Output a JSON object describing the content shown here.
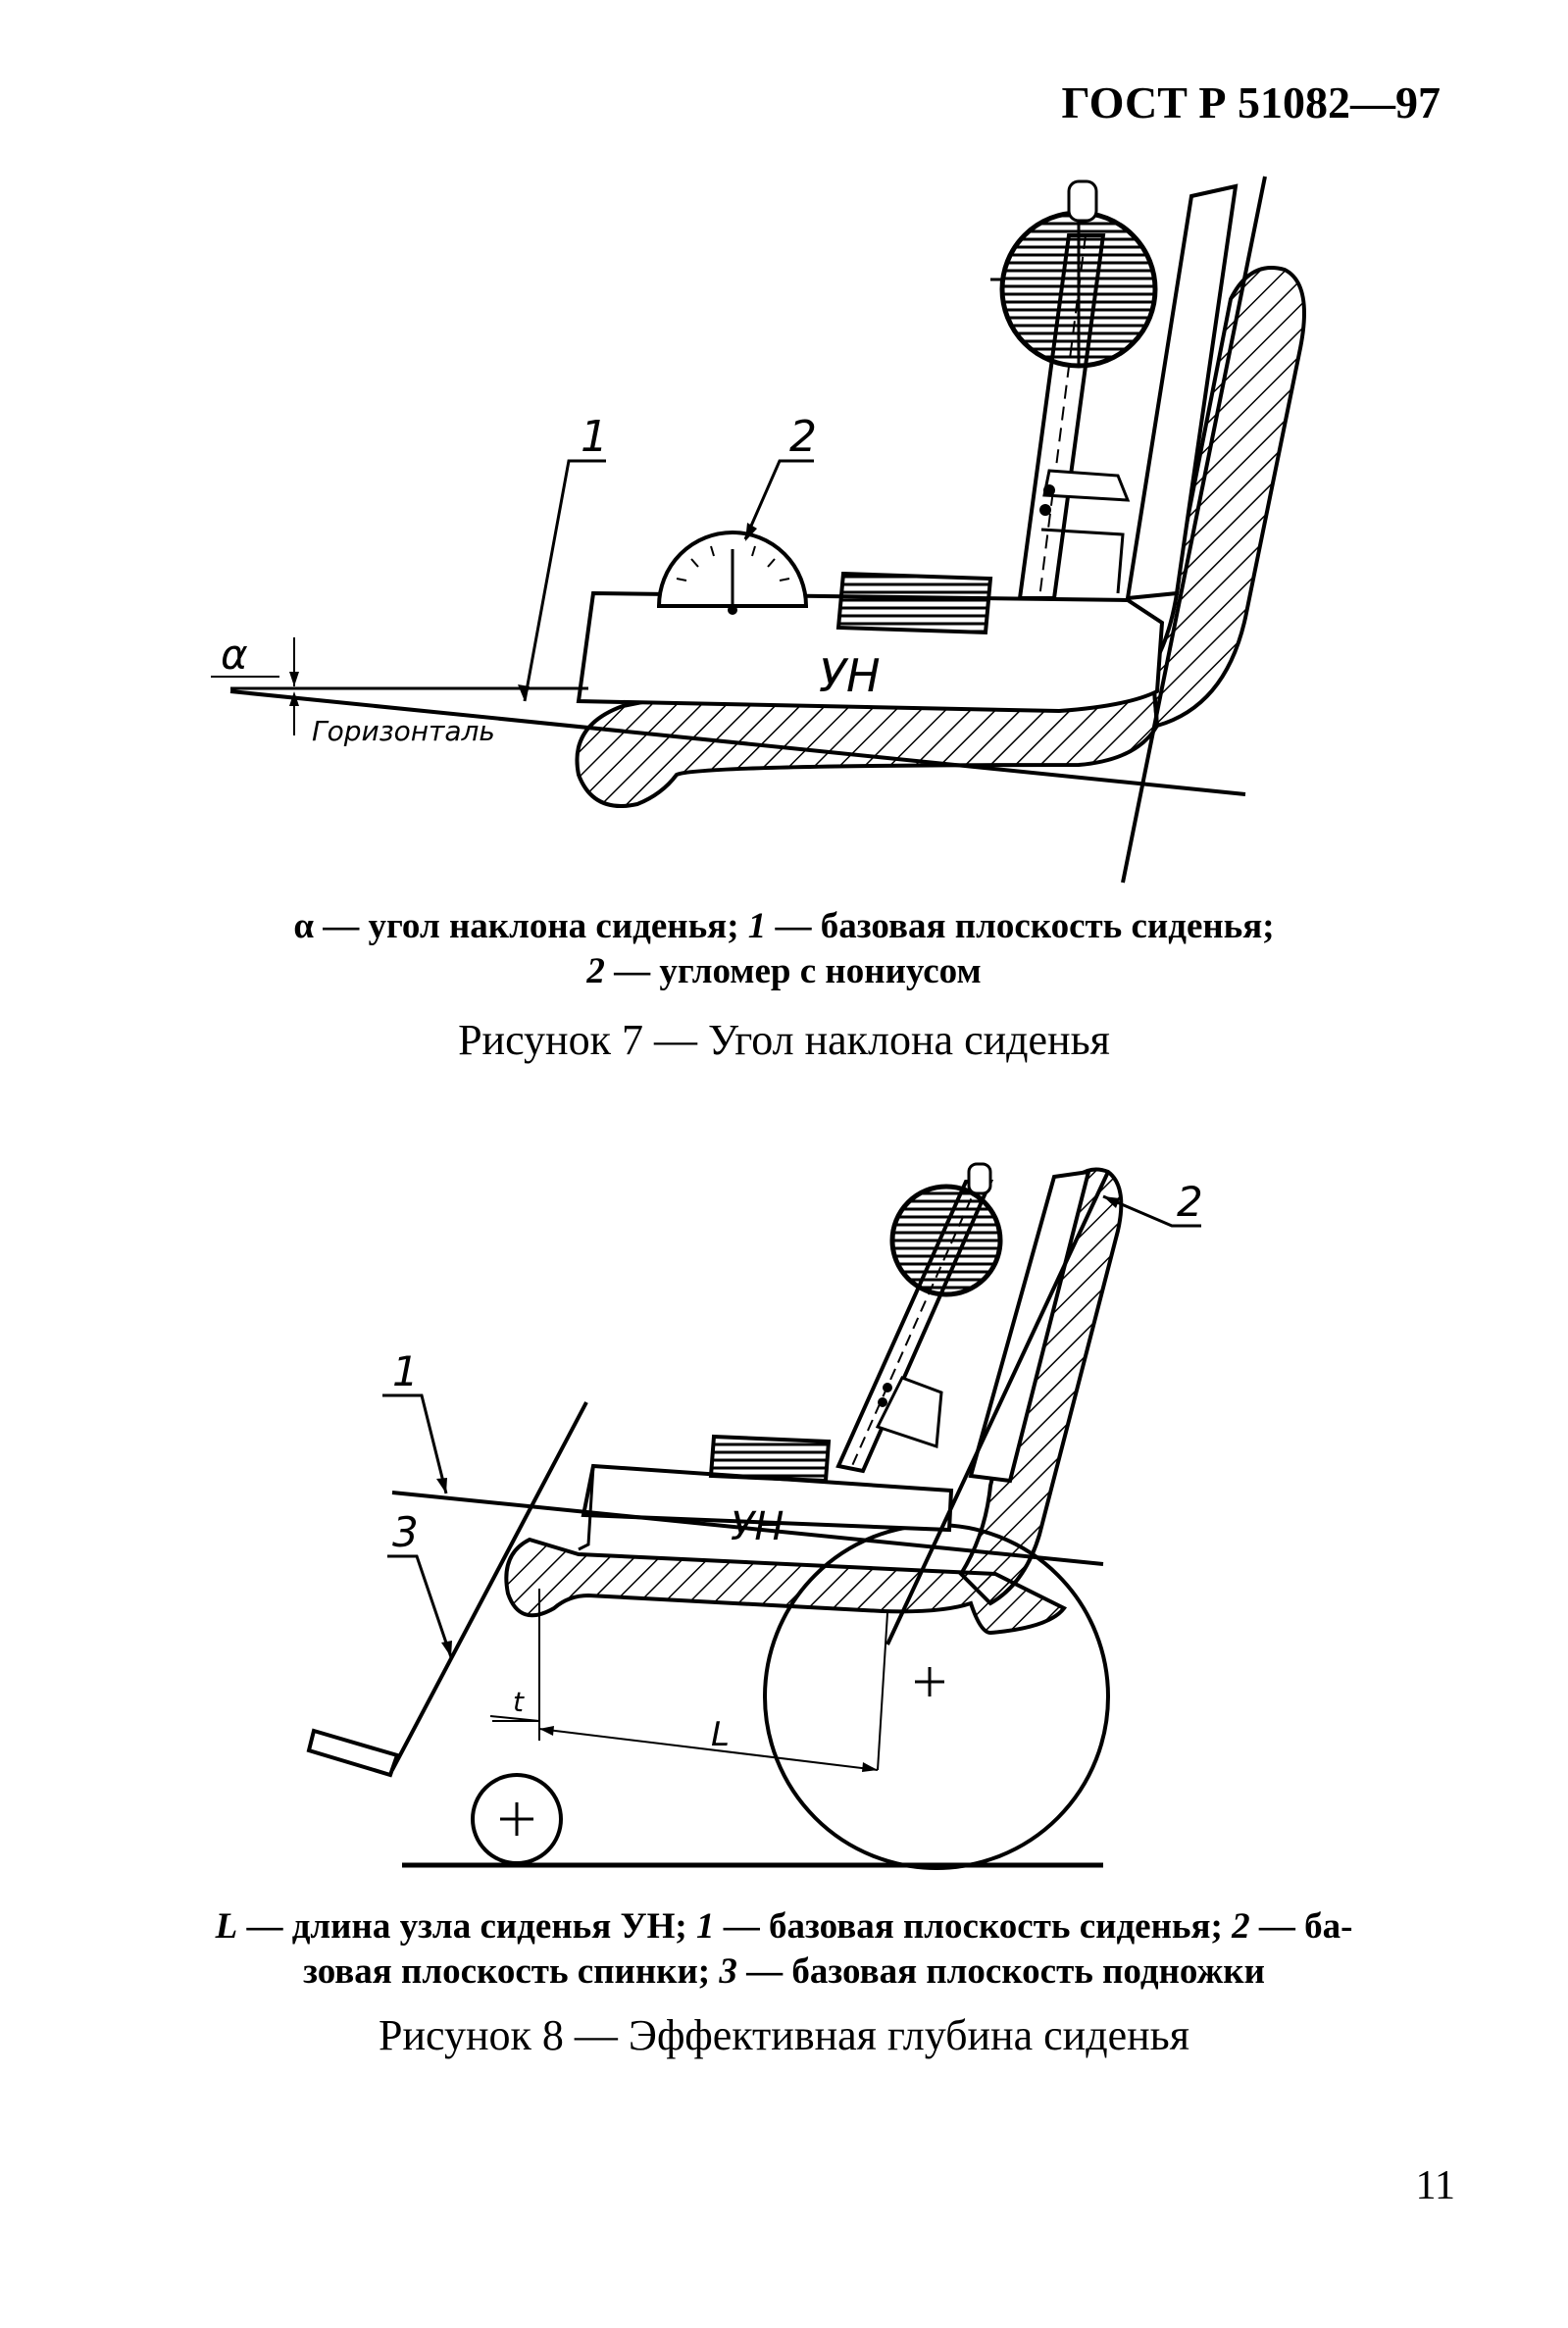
{
  "header": {
    "standard": "ГОСТ Р 51082—97"
  },
  "figure7": {
    "labels": {
      "alpha": "α",
      "horizontal": "Горизонталь",
      "unit": "УН",
      "n1": "1",
      "n2": "2"
    },
    "legend": {
      "alpha_sym": "α",
      "alpha_text": " — угол наклона сиденья; ",
      "n1": "1",
      "n1_text": " — базовая плоскость сиденья;",
      "n2": "2",
      "n2_text": " — угломер с нониусом"
    },
    "caption": "Рисунок 7 — Угол наклона сиденья"
  },
  "figure8": {
    "labels": {
      "unit": "УН",
      "n1": "1",
      "n2": "2",
      "n3": "3",
      "t": "t",
      "L": "L"
    },
    "legend": {
      "L_sym": "L",
      "L_text": " — длина узла сиденья УН; ",
      "n1": "1",
      "n1_text": " — базовая плоскость сиденья; ",
      "n2": "2",
      "n2_text": " — ба-",
      "line2_text": "зовая плоскость спинки; ",
      "n3": "3",
      "n3_text": " — базовая плоскость подножки"
    },
    "caption": "Рисунок 8 — Эффективная глубина сиденья"
  },
  "page_number": "11"
}
